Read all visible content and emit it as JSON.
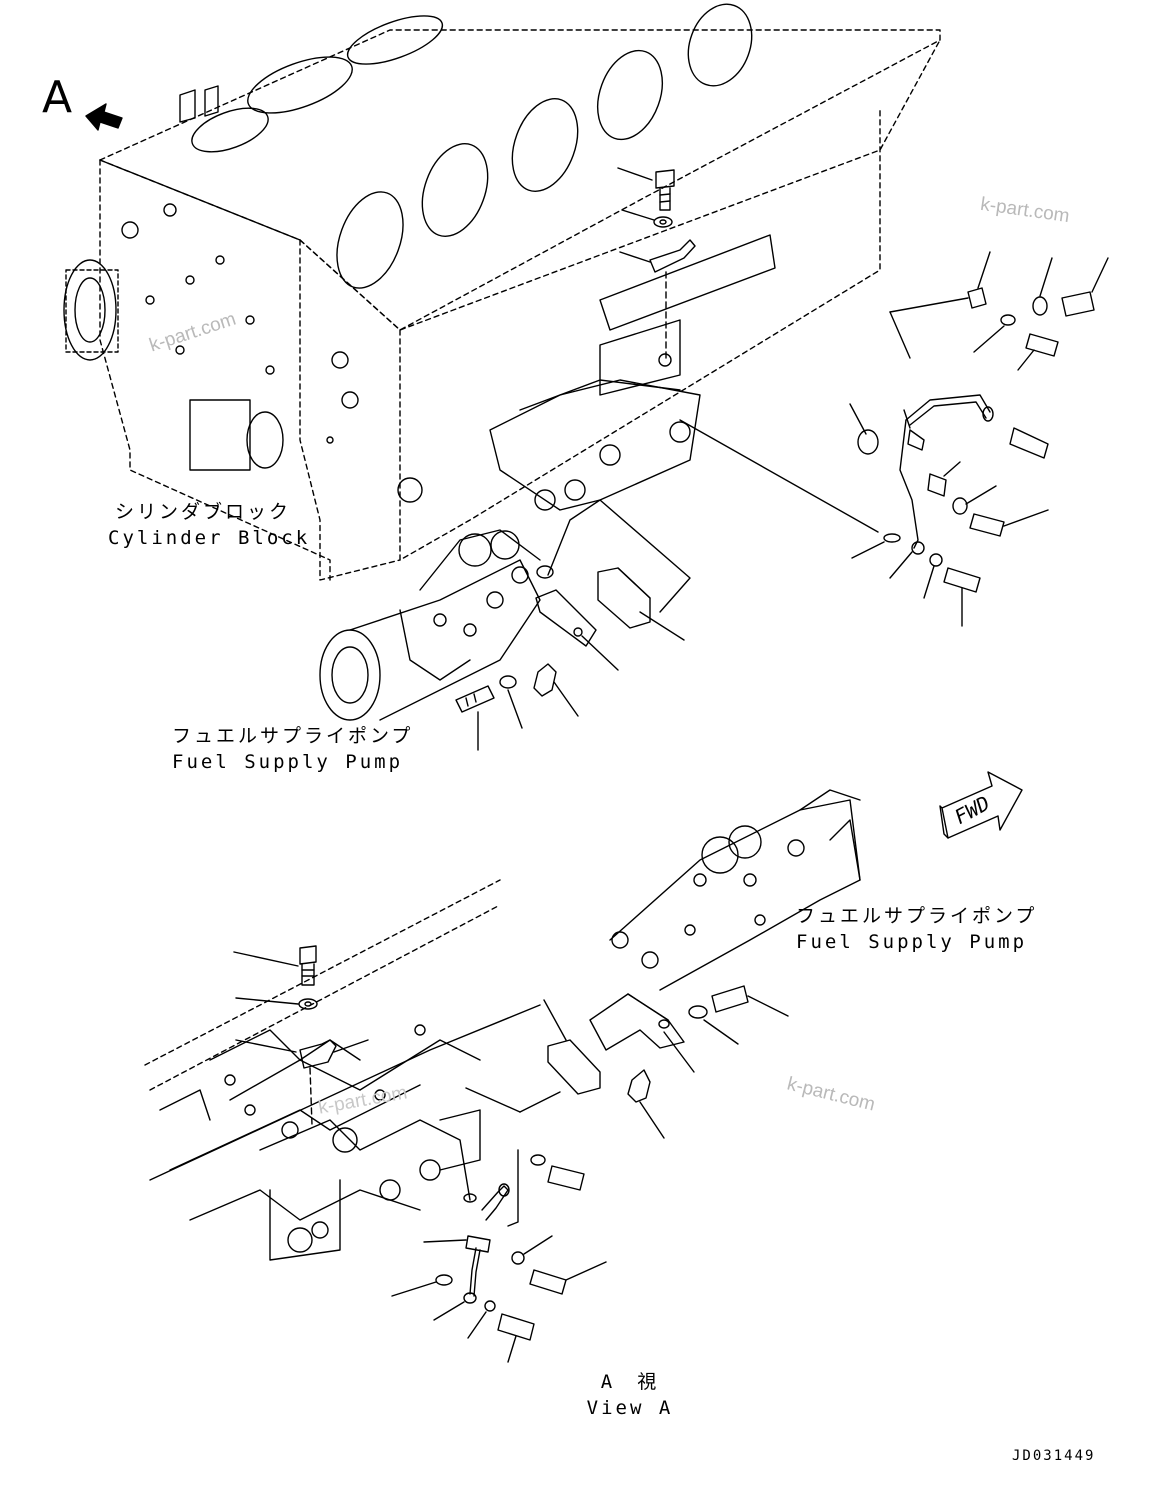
{
  "view_marker": "A",
  "watermark": "k-part.com",
  "labels": {
    "cylinder_block_jp": "シリンダブロック",
    "cylinder_block_en": "Cylinder Block",
    "fuel_supply_pump_jp": "フュエルサプライポンプ",
    "fuel_supply_pump_en": "Fuel Supply Pump",
    "fwd": "FWD",
    "view_a_jp": "A　視",
    "view_a_en": "View A"
  },
  "drawing_number": "JD031449"
}
